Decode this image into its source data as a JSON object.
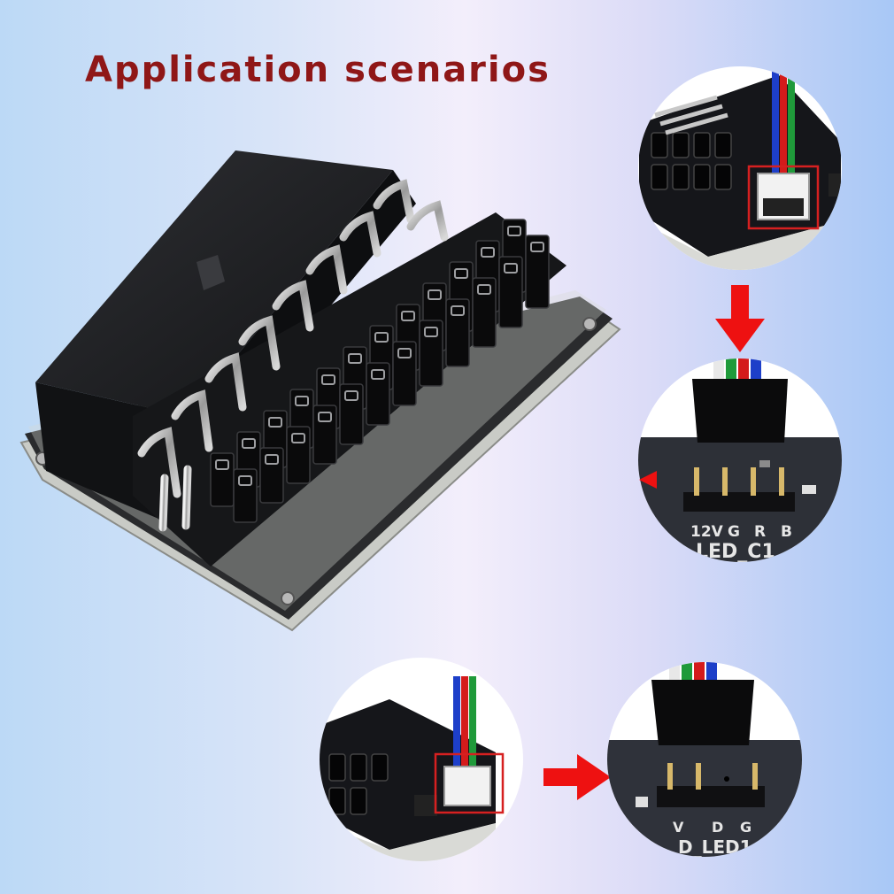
{
  "title": "Application scenarios",
  "labels": {
    "header1_pins": [
      "12V",
      "G",
      "R",
      "B"
    ],
    "header1_name": "LED_C1",
    "header2_pins": [
      "V",
      "D",
      "G"
    ],
    "header2_name": "D_LED1"
  },
  "colors": {
    "title": "#8f1717",
    "arrow": "#ee1111",
    "highlight_box": "#d62020",
    "wire_blue": "#1d3fc9",
    "wire_green": "#1f9a3a",
    "wire_red": "#d41b1b",
    "wire_white": "#e8e8e8"
  }
}
